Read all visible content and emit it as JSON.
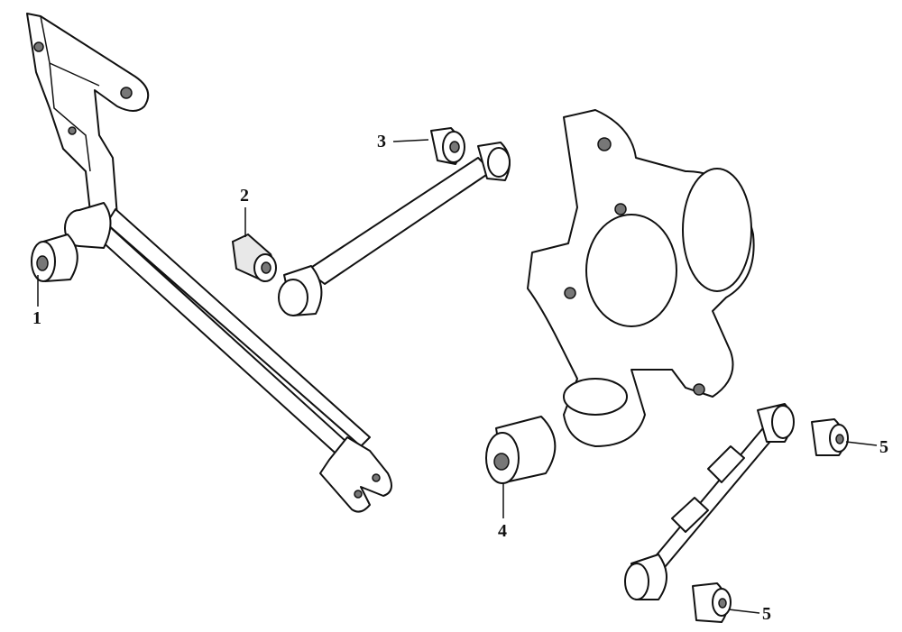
{
  "diagram": {
    "callouts": [
      {
        "id": "1",
        "text": "1"
      },
      {
        "id": "2",
        "text": "2"
      },
      {
        "id": "3",
        "text": "3"
      },
      {
        "id": "4",
        "text": "4"
      },
      {
        "id": "5a",
        "text": "5"
      },
      {
        "id": "5b",
        "text": "5"
      }
    ]
  }
}
